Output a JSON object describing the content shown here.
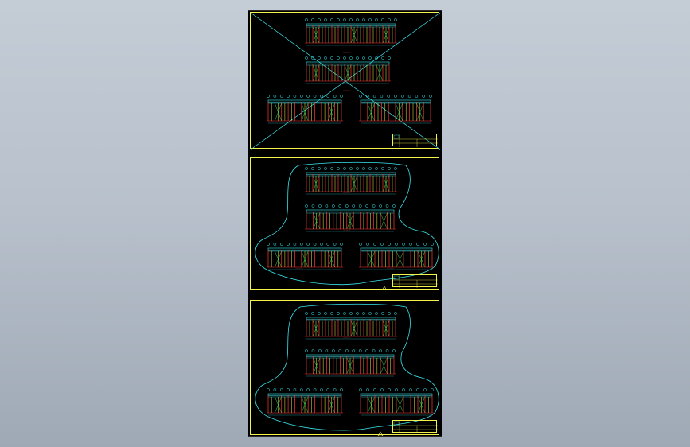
{
  "colors": {
    "background_top": "#c4ccd6",
    "background_bottom": "#9fa9b5",
    "canvas": "#000000",
    "frame": "#f3f34a",
    "structure_cyan": "#39e6ee",
    "column_red": "#ff3b3b",
    "member_yellow": "#f3f34a",
    "brace_green": "#33dd55",
    "revision_cloud": "#39e6ee",
    "cross_out": "#39e6ee"
  },
  "sheets": [
    {
      "id": "sheet-1",
      "status": "crossed-out",
      "views": 4
    },
    {
      "id": "sheet-2",
      "status": "revision-cloud",
      "views": 4
    },
    {
      "id": "sheet-3",
      "status": "revision-cloud",
      "views": 4
    }
  ],
  "icons": {
    "axis_bubble": "circle",
    "revision_marker": "triangle"
  }
}
